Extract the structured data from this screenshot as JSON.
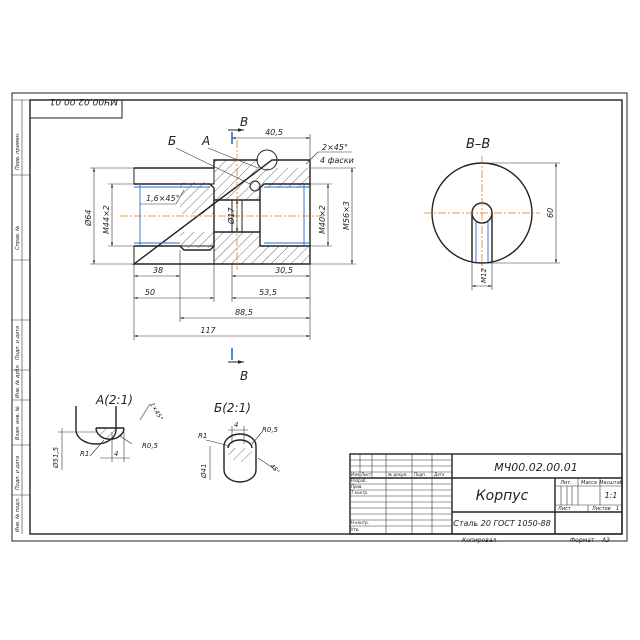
{
  "sheet": {
    "top_code": "МЧ00.02.00.01",
    "side_cells": [
      "Перв. примен.",
      "Справ. №",
      "Подп. и дата",
      "Инв. № дубл.",
      "Взам. инв. №",
      "Подп. и дата",
      "Инв. № подл."
    ]
  },
  "views": {
    "main": {
      "section_marks": [
        "Б",
        "А",
        "В",
        "В"
      ],
      "dims": {
        "d40_5": "40,5",
        "chamfer": "2×45°",
        "chamfer_note": "4 фаски",
        "phi64": "Ø64",
        "m44": "М44×2",
        "ch16": "1,6×45°",
        "phi17": "Ø17",
        "m40": "М40×2",
        "m56": "М56×3",
        "d38": "38",
        "d30_5": "30,5",
        "d50": "50",
        "d53_5": "53,5",
        "d88_5": "88,5",
        "d117": "117"
      }
    },
    "section_bb": {
      "title": "В–В",
      "dim60": "60",
      "m12": "М12"
    },
    "detail_a": {
      "title": "А(2:1)",
      "d51_5": "Ø51,5",
      "r1": "R1",
      "r05": "R0,5",
      "d4": "4",
      "ang": "1×45°"
    },
    "detail_b": {
      "title": "Б(2:1)",
      "r1": "R1",
      "r05": "R0,5",
      "d4": "4",
      "phi41": "Ø41",
      "ang": "45°"
    }
  },
  "title_block": {
    "code": "МЧ00.02.00.01",
    "name": "Корпус",
    "material": "Сталь 20 ГОСТ 1050-88",
    "col_lit": "Лит.",
    "col_mass": "Масса",
    "col_scale": "Масштаб",
    "scale_value": "1:1",
    "sheet_label": "Лист",
    "sheets_label": "Листов",
    "sheets_value": "1",
    "copied": "Копировал",
    "format_label": "Формат",
    "format_value": "А3",
    "rows": {
      "izm": "Изм",
      "list": "Лист",
      "ndok": "№ докум.",
      "podp": "Подп.",
      "data": "Дата",
      "razrab": "Разраб.",
      "prov": "Пров.",
      "tkontr": "Т.контр.",
      "nkontr": "Н.контр.",
      "utv": "Утв."
    }
  }
}
